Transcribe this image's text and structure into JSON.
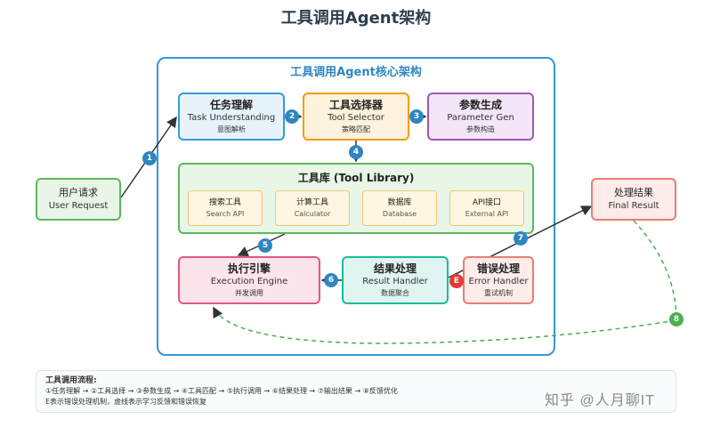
{
  "title": "工具调用Agent架构",
  "core_title": "工具调用Agent核心架构",
  "nodes": {
    "task": {
      "cn": "任务理解",
      "en": "Task Understanding",
      "sub": "意图解析"
    },
    "selector": {
      "cn": "工具选择器",
      "en": "Tool Selector",
      "sub": "策略匹配"
    },
    "param": {
      "cn": "参数生成",
      "en": "Parameter Gen",
      "sub": "参数构造"
    },
    "library": {
      "title": "工具库 (Tool Library)"
    },
    "exec": {
      "cn": "执行引擎",
      "en": "Execution Engine",
      "sub": "并发调用"
    },
    "result": {
      "cn": "结果处理",
      "en": "Result Handler",
      "sub": "数据聚合"
    },
    "error": {
      "cn": "错误处理",
      "en": "Error Handler",
      "sub": "重试机制"
    },
    "user": {
      "cn": "用户请求",
      "en": "User Request"
    },
    "final": {
      "cn": "处理结果",
      "en": "Final Result"
    }
  },
  "tools": [
    {
      "cn": "搜索工具",
      "en": "Search API"
    },
    {
      "cn": "计算工具",
      "en": "Calculator"
    },
    {
      "cn": "数据库",
      "en": "Database"
    },
    {
      "cn": "API接口",
      "en": "External API"
    }
  ],
  "badges": [
    "1",
    "2",
    "3",
    "4",
    "5",
    "6",
    "7",
    "8",
    "E"
  ],
  "flow": {
    "title": "工具调用流程:",
    "line1": "①任务理解 → ②工具选择 → ③参数生成 → ④工具匹配 → ⑤执行调用 → ⑥结果处理 → ⑦输出结果 → ⑧反馈优化",
    "line2": "E表示错误处理机制，虚线表示学习反馈和错误恢复"
  },
  "watermark": "知乎 @人月聊IT",
  "colors": {
    "core_border": "#3498db",
    "badge_blue": "#2e86c1",
    "badge_green": "#4caf50",
    "badge_red": "#e53935",
    "feedback_line": "#4caf50"
  }
}
